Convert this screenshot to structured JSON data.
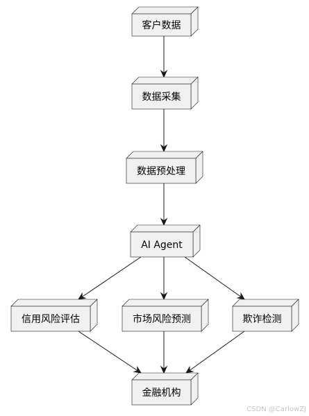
{
  "diagram": {
    "nodes": [
      {
        "id": "customer-data",
        "label": "客户数据"
      },
      {
        "id": "data-collection",
        "label": "数据采集"
      },
      {
        "id": "data-preprocessing",
        "label": "数据预处理"
      },
      {
        "id": "ai-agent",
        "label": "AI Agent"
      },
      {
        "id": "credit-risk",
        "label": "信用风险评估"
      },
      {
        "id": "market-risk",
        "label": "市场风险预测"
      },
      {
        "id": "fraud-detection",
        "label": "欺诈检测"
      },
      {
        "id": "financial-institution",
        "label": "金融机构"
      }
    ],
    "edges": [
      {
        "from": "customer-data",
        "to": "data-collection"
      },
      {
        "from": "data-collection",
        "to": "data-preprocessing"
      },
      {
        "from": "data-preprocessing",
        "to": "ai-agent"
      },
      {
        "from": "ai-agent",
        "to": "credit-risk"
      },
      {
        "from": "ai-agent",
        "to": "market-risk"
      },
      {
        "from": "ai-agent",
        "to": "fraud-detection"
      },
      {
        "from": "credit-risk",
        "to": "financial-institution"
      },
      {
        "from": "market-risk",
        "to": "financial-institution"
      },
      {
        "from": "fraud-detection",
        "to": "financial-institution"
      }
    ]
  },
  "watermark": "CSDN @CarlowZJ",
  "colors": {
    "node_fill": "#f1f1f1",
    "stroke": "#181818",
    "text": "#000000",
    "watermark": "#c4c4c4"
  }
}
